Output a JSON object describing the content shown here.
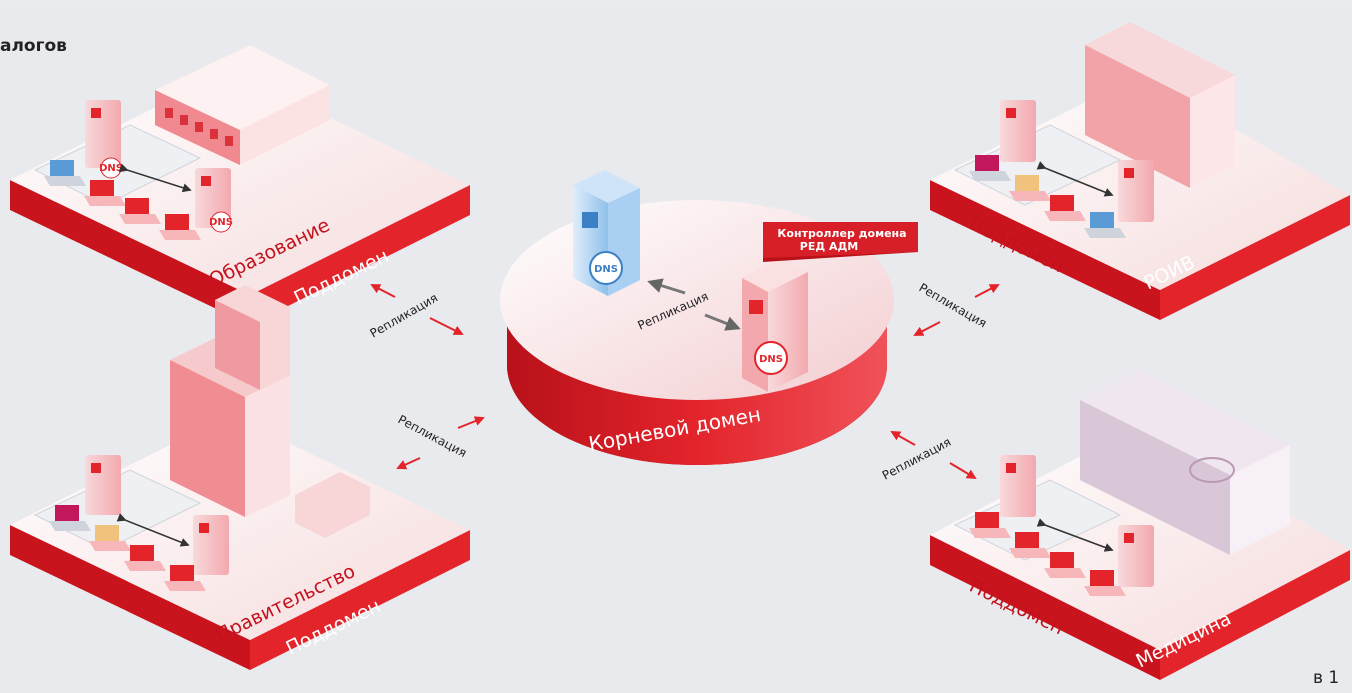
{
  "header": {
    "title": "алогов",
    "page_number": "в 1"
  },
  "root": {
    "label": "Корневой домен",
    "controller_line1": "Контроллер домена",
    "controller_line2": "РЕД АДМ",
    "dns": "DNS"
  },
  "subdomains": [
    {
      "name": "Образование",
      "type": "Поддомен"
    },
    {
      "name": "Правительство",
      "type": "Поддомен"
    },
    {
      "name": "РОИВ",
      "type": "Поддомен"
    },
    {
      "name": "Медицина",
      "type": "Поддомен"
    }
  ],
  "replication": [
    "Репликация",
    "Репликация",
    "Репликация",
    "Репликация",
    "Репликация"
  ],
  "colors": {
    "red": "#e3242b",
    "dark_red": "#b51018",
    "pink": "#f6d3d5",
    "blue": "#5b9bd5"
  }
}
